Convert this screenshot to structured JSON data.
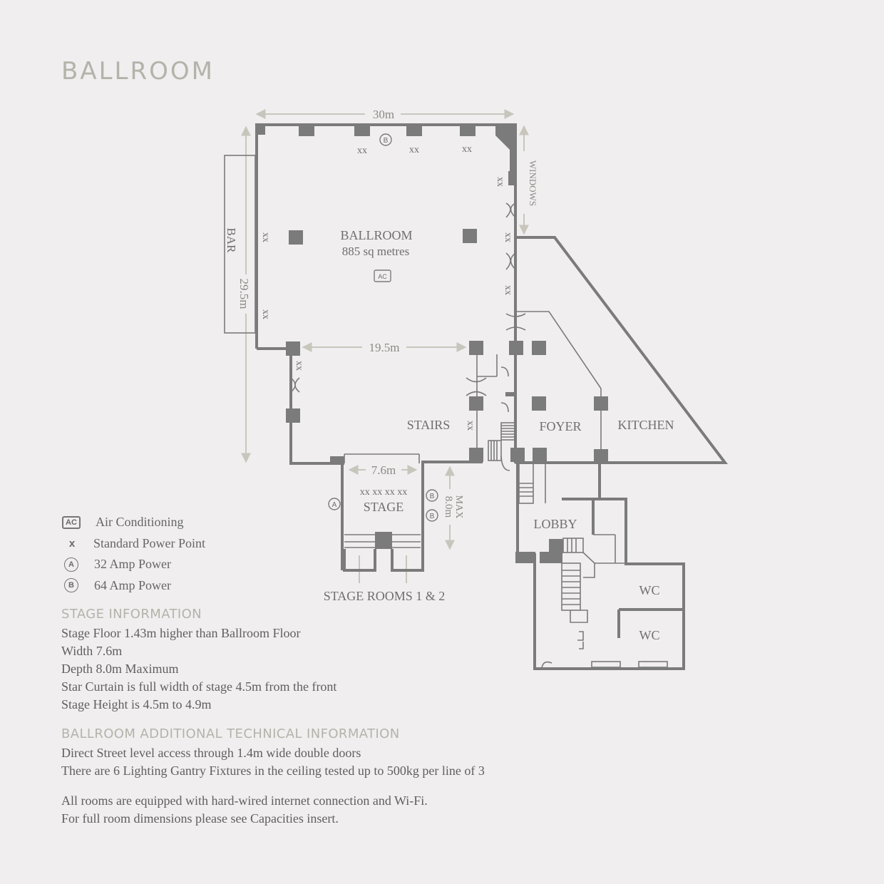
{
  "page": {
    "title": "BALLROOM"
  },
  "plan": {
    "dimensions": {
      "width": "30m",
      "height": "29.5m",
      "mid_width": "19.5m",
      "stage_width": "7.6m",
      "stage_depth_max": "MAX",
      "stage_depth": "8.0m",
      "windows": "WINDOWS"
    },
    "rooms": {
      "ballroom": "BALLROOM",
      "ballroom_area": "885 sq metres",
      "bar": "BAR",
      "stairs": "STAIRS",
      "foyer": "FOYER",
      "kitchen": "KITCHEN",
      "stage": "STAGE",
      "lobby": "LOBBY",
      "wc1": "WC",
      "wc2": "WC",
      "stage_rooms": "STAGE ROOMS 1 & 2"
    },
    "markers": {
      "ac": "AC",
      "power_xx": "xx",
      "stage_power": "xx xx xx xx",
      "amp32": "A",
      "amp64": "B"
    }
  },
  "legend": {
    "items": [
      {
        "icon": "AC",
        "label": "Air Conditioning"
      },
      {
        "icon": "x",
        "label": "Standard Power Point"
      },
      {
        "icon": "A",
        "label": "32 Amp Power"
      },
      {
        "icon": "B",
        "label": "64 Amp Power"
      }
    ]
  },
  "stage_info": {
    "heading": "STAGE INFORMATION",
    "lines": [
      "Stage Floor 1.43m higher than Ballroom Floor",
      "Width 7.6m",
      "Depth 8.0m Maximum",
      "Star Curtain is full width of stage 4.5m from the front",
      "Stage Height is 4.5m to 4.9m"
    ]
  },
  "technical_info": {
    "heading": "BALLROOM ADDITIONAL TECHNICAL INFORMATION",
    "lines": [
      "Direct Street level access through 1.4m wide double doors",
      "There are 6 Lighting Gantry Fixtures in the ceiling tested up to 500kg per line of 3"
    ]
  },
  "footer": {
    "lines": [
      "All rooms are equipped with hard-wired internet connection and Wi-Fi.",
      "For full room dimensions please see Capacities insert."
    ]
  },
  "colors": {
    "wall": "#7b7b7b",
    "dimension": "#c8c6bc",
    "heading": "#b4b3aa",
    "text": "#5f5f5f",
    "background": "#f0eeef"
  }
}
